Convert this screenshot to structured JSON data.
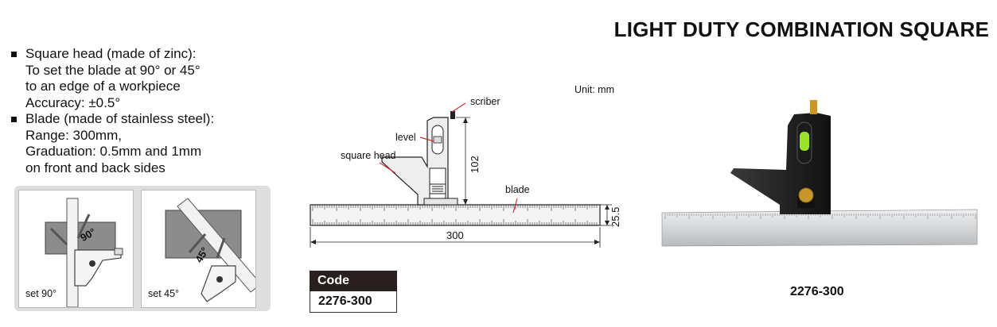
{
  "title": "LIGHT DUTY COMBINATION SQUARE",
  "features": [
    {
      "lines": [
        "Square head (made of zinc):",
        "To set the blade at  90° or  45°",
        "to an edge of a workpiece",
        "Accuracy: ±0.5°"
      ]
    },
    {
      "lines": [
        "Blade (made of stainless steel):",
        "Range: 300mm,",
        "Graduation: 0.5mm and 1mm",
        "on front and back sides"
      ]
    }
  ],
  "set_examples": [
    {
      "label": "set 90°",
      "angle_label": "90°"
    },
    {
      "label": "set 45°",
      "angle_label": "45°"
    }
  ],
  "diagram": {
    "unit": "Unit: mm",
    "labels": {
      "scriber": "scriber",
      "level": "level",
      "square_head": "square head",
      "blade": "blade"
    },
    "dimensions": {
      "length": "300",
      "head_height": "102",
      "blade_width": "25.5"
    }
  },
  "code_table": {
    "header": "Code",
    "value": "2276-300"
  },
  "photo_caption": "2276-300",
  "colors": {
    "level_vial": "#9be22a",
    "brass": "#c9962b",
    "code_header_bg": "#2a1f1f",
    "blade_steel": "#d4d6d8"
  }
}
